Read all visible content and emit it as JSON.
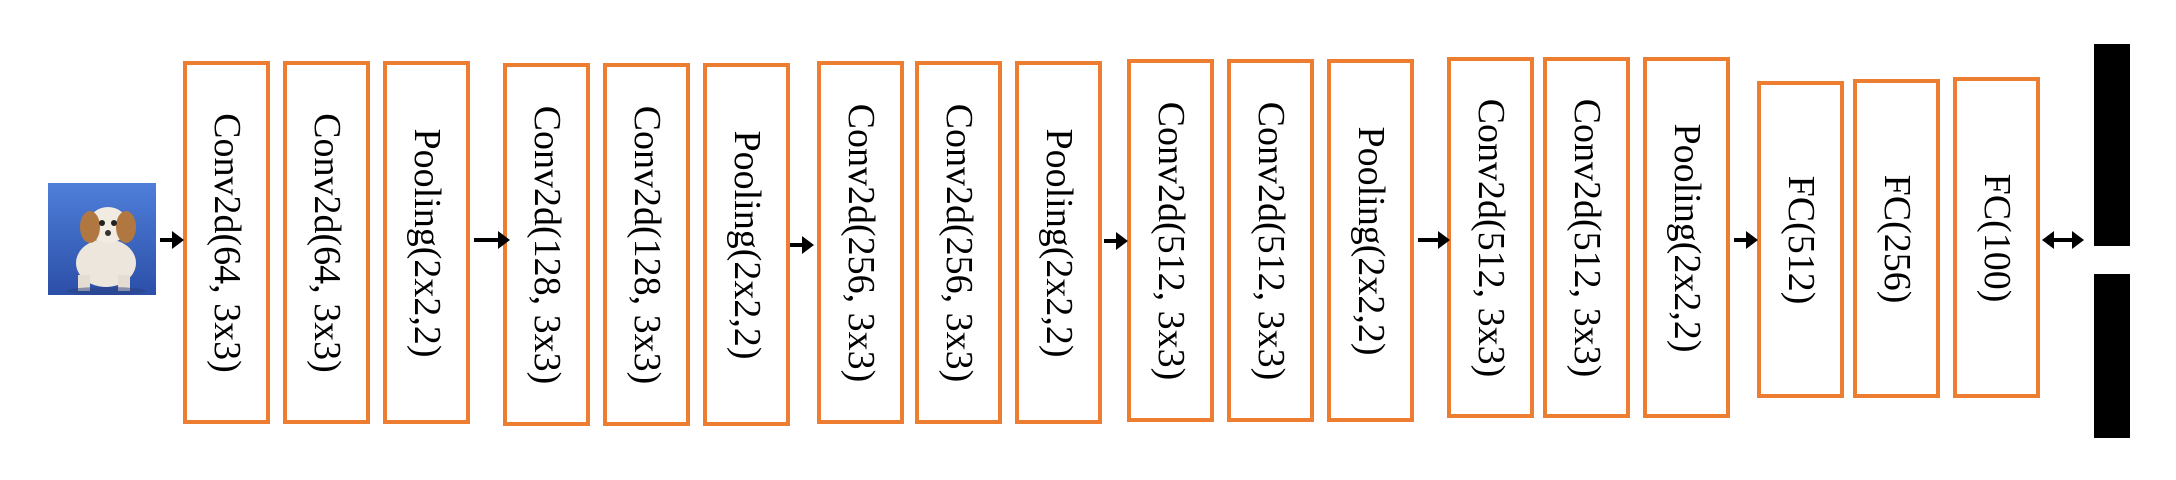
{
  "diagram": {
    "input_image": {
      "icon": "dog-photo-icon"
    },
    "layers": [
      {
        "label": "Conv2d(64, 3x3)"
      },
      {
        "label": "Conv2d(64, 3x3)"
      },
      {
        "label": "Pooling(2x2,2)"
      },
      {
        "label": "Conv2d(128, 3x3)"
      },
      {
        "label": "Conv2d(128, 3x3)"
      },
      {
        "label": "Pooling(2x2,2)"
      },
      {
        "label": "Conv2d(256, 3x3)"
      },
      {
        "label": "Conv2d(256, 3x3)"
      },
      {
        "label": "Pooling(2x2,2)"
      },
      {
        "label": "Conv2d(512, 3x3)"
      },
      {
        "label": "Conv2d(512, 3x3)"
      },
      {
        "label": "Pooling(2x2,2)"
      },
      {
        "label": "Conv2d(512, 3x3)"
      },
      {
        "label": "Conv2d(512, 3x3)"
      },
      {
        "label": "Pooling(2x2,2)"
      },
      {
        "label": "FC(512)"
      },
      {
        "label": "FC(256)"
      },
      {
        "label": "FC(100)"
      }
    ],
    "output": {
      "icon": "output-vector-bar"
    },
    "colors": {
      "layer_border": "#ED7D31",
      "arrow": "#000000",
      "image_background": "#3A66C4"
    }
  }
}
